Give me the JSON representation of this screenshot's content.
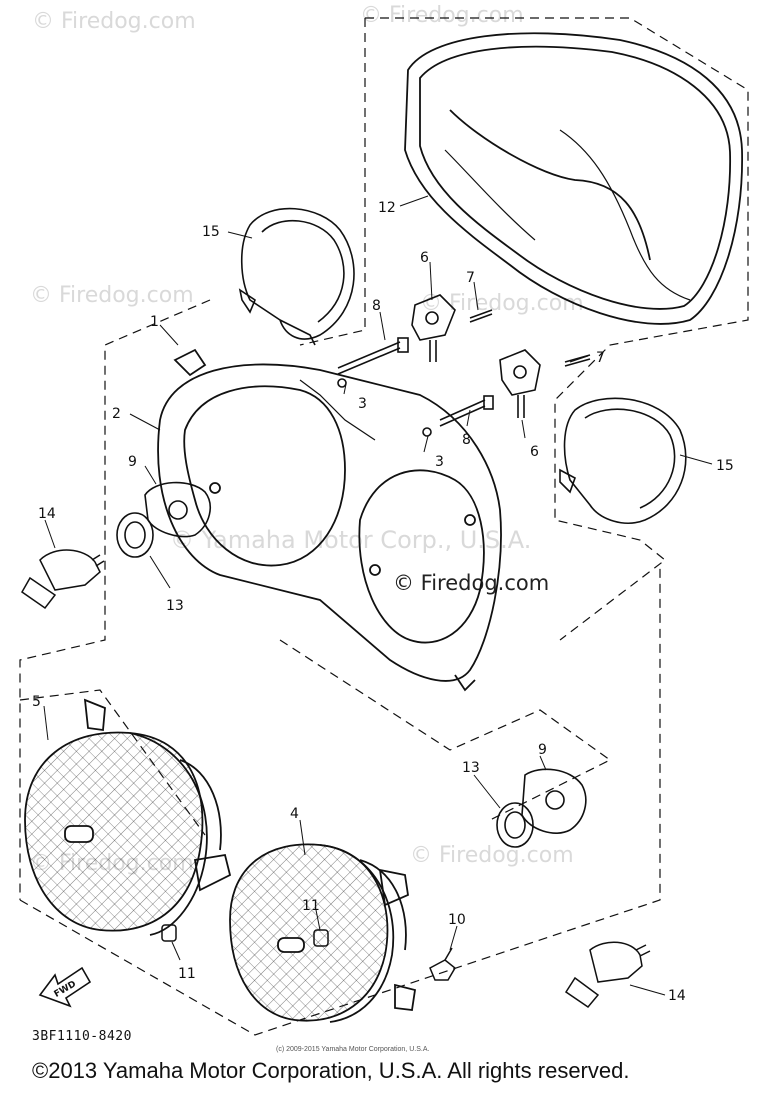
{
  "diagram": {
    "diagram_code": "3BF1110-8420",
    "copyright_footer": "©2013 Yamaha Motor Corporation, U.S.A. All rights reserved.",
    "small_copyright": "(c) 2009-2015 Yamaha Motor Corporation, U.S.A.",
    "fwd_label": "FWD"
  },
  "watermarks": {
    "site": "© Firedog.com",
    "mark": "© Yamaha Motor Corp., U.S.A."
  },
  "callouts": {
    "c1": "1",
    "c2": "2",
    "c3a": "3",
    "c3b": "3",
    "c4": "4",
    "c5": "5",
    "c6a": "6",
    "c6b": "6",
    "c7a": "7",
    "c7b": "7",
    "c8a": "8",
    "c8b": "8",
    "c9a": "9",
    "c9b": "9",
    "c10": "10",
    "c11a": "11",
    "c11b": "11",
    "c12": "12",
    "c13a": "13",
    "c13b": "13",
    "c14a": "14",
    "c14b": "14",
    "c15a": "15",
    "c15b": "15"
  },
  "style": {
    "line_color": "#111111",
    "watermark_color": "#d9d9d9"
  }
}
